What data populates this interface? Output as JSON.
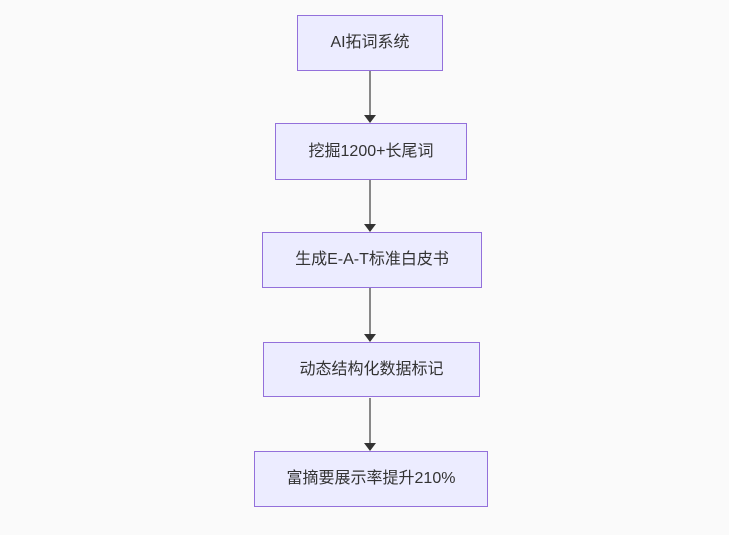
{
  "diagram": {
    "type": "flowchart",
    "direction": "top-down",
    "nodes": [
      {
        "id": "A",
        "label": "AI拓词系统"
      },
      {
        "id": "B",
        "label": "挖掘1200+长尾词"
      },
      {
        "id": "C",
        "label": "生成E-A-T标准白皮书"
      },
      {
        "id": "D",
        "label": "动态结构化数据标记"
      },
      {
        "id": "E",
        "label": "富摘要展示率提升210%"
      }
    ],
    "edges": [
      {
        "from": "A",
        "to": "B",
        "arrow": "down"
      },
      {
        "from": "B",
        "to": "C",
        "arrow": "down"
      },
      {
        "from": "C",
        "to": "D",
        "arrow": "down"
      },
      {
        "from": "D",
        "to": "E",
        "arrow": "down"
      }
    ],
    "colors": {
      "node_fill": "#ECECFF",
      "node_border": "#9370DB",
      "node_text": "#333333",
      "edge_line": "#888888",
      "edge_arrowhead": "#333333",
      "background": "#fafafa"
    }
  }
}
